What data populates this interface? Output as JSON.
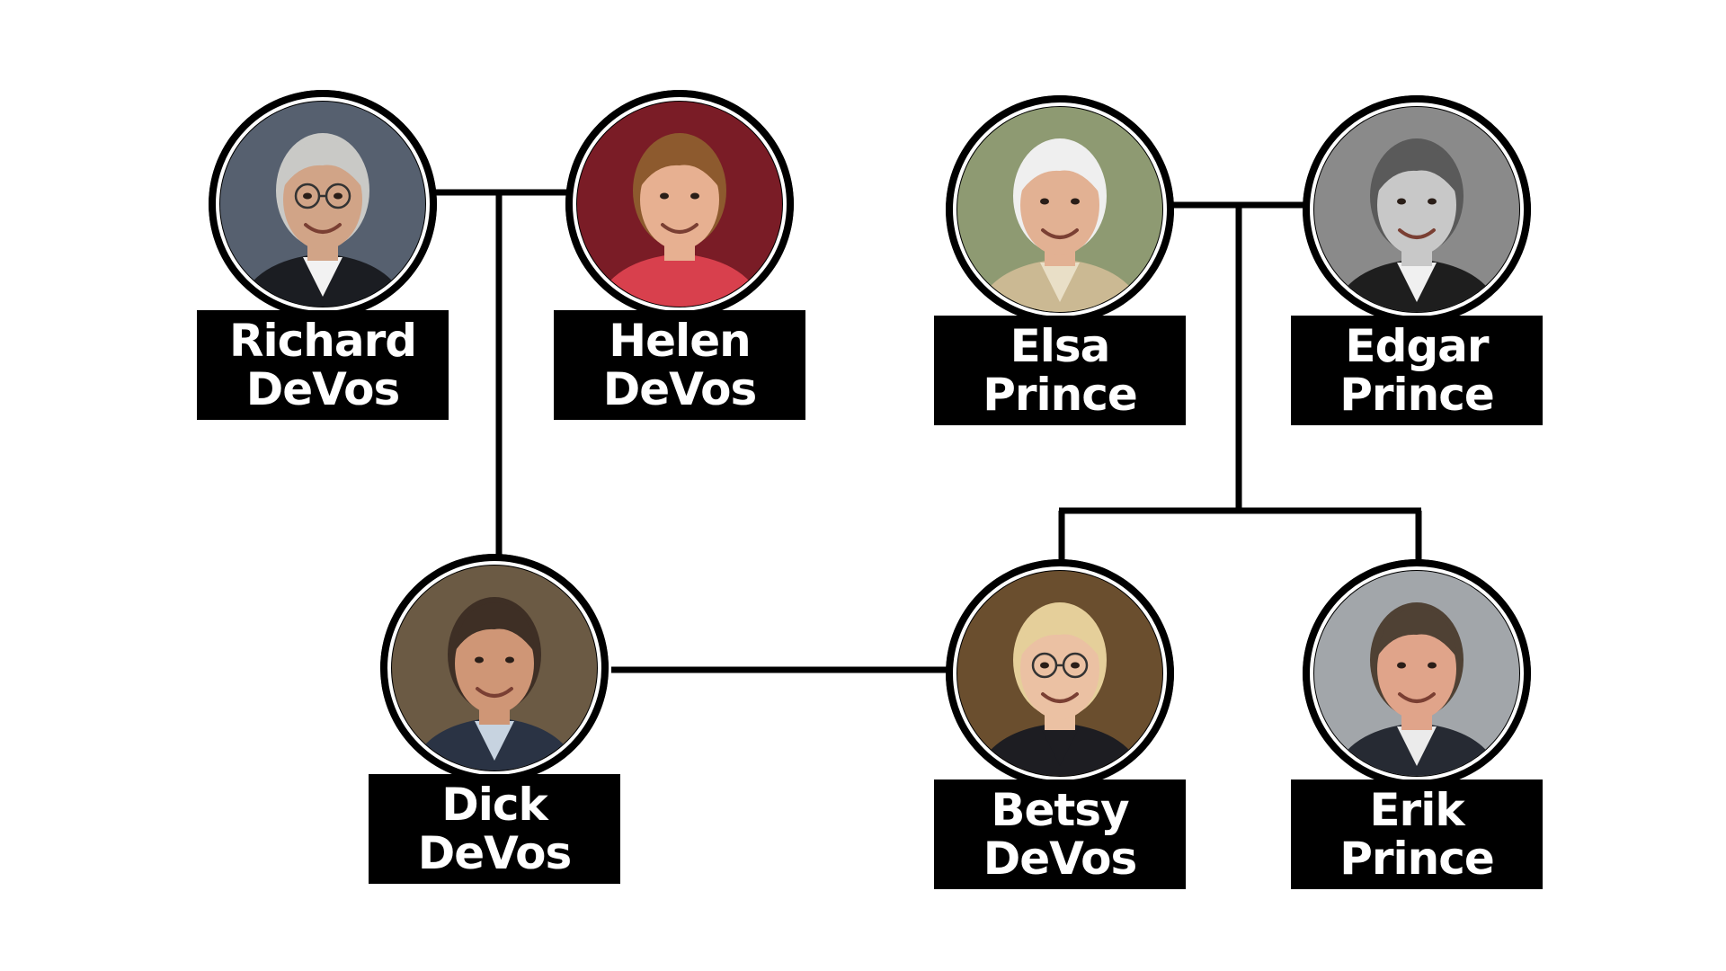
{
  "colors": {
    "background": "#ffffff",
    "line": "#000000",
    "label_bg": "#000000",
    "label_text": "#ffffff"
  },
  "people": {
    "richard": {
      "first": "Richard",
      "last": "DeVos",
      "photo": {
        "bg": "#56606f",
        "skin": "#d1a487",
        "hair": "#c9c9c6",
        "clothes": "#1b1d22",
        "shirt": "#f2f2f2",
        "glasses": true
      }
    },
    "helen": {
      "first": "Helen",
      "last": "DeVos",
      "photo": {
        "bg": "#7a1c26",
        "skin": "#e7b091",
        "hair": "#8d5a2e",
        "clothes": "#d8404d",
        "shirt": "#d8404d",
        "glasses": false
      }
    },
    "elsa": {
      "first": "Elsa",
      "last": "Prince",
      "photo": {
        "bg": "#8e9a72",
        "skin": "#e2b193",
        "hair": "#efefef",
        "clothes": "#cbb993",
        "shirt": "#e9dfc7",
        "glasses": false
      }
    },
    "edgar": {
      "first": "Edgar",
      "last": "Prince",
      "photo": {
        "bg": "#8a8a8a",
        "skin": "#c8c8c8",
        "hair": "#5a5a5a",
        "clothes": "#1e1e1e",
        "shirt": "#f0f0f0",
        "glasses": false
      }
    },
    "dick": {
      "first": "Dick",
      "last": "DeVos",
      "photo": {
        "bg": "#6b5a44",
        "skin": "#cf9676",
        "hair": "#3e2f25",
        "clothes": "#2a3344",
        "shirt": "#c7d3e0",
        "glasses": false
      }
    },
    "betsy": {
      "first": "Betsy",
      "last": "DeVos",
      "photo": {
        "bg": "#6a4e2e",
        "skin": "#ebc1a3",
        "hair": "#e5cf9a",
        "clothes": "#1d1d22",
        "shirt": "#1d1d22",
        "glasses": true
      }
    },
    "erik": {
      "first": "Erik",
      "last": "Prince",
      "photo": {
        "bg": "#a2a6aa",
        "skin": "#e0a48a",
        "hair": "#4f4134",
        "clothes": "#262a33",
        "shirt": "#ebebeb",
        "glasses": false
      }
    }
  }
}
